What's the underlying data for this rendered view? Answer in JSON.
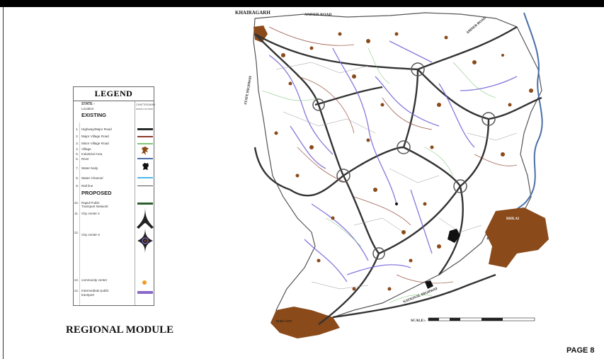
{
  "legend": {
    "title": "LEGEND",
    "state_label": "STATE -",
    "location_label": "Location",
    "state_value": "CHATTISGARH",
    "state_value_sub": "NORTH OF RIVAI",
    "existing_heading": "EXISTING",
    "proposed_heading": "PROPOSED",
    "items": [
      {
        "num": "1.",
        "label": "Highway/Major Road"
      },
      {
        "num": "2.",
        "label": "Major Village Road"
      },
      {
        "num": "3.",
        "label": "Minor Village Road"
      },
      {
        "num": "4.",
        "label": "Village"
      },
      {
        "num": "5.",
        "label": "Industrial Area"
      },
      {
        "num": "6.",
        "label": "River"
      },
      {
        "num": "7.",
        "label": "Water body"
      },
      {
        "num": "8.",
        "label": "Water Channel"
      },
      {
        "num": "9.",
        "label": "Rail line"
      },
      {
        "num": "10.",
        "label": "Rapid Public"
      },
      {
        "num": "11.",
        "label": "City center-1"
      },
      {
        "num": "12.",
        "label": "City center-2"
      },
      {
        "num": "13.",
        "label": "community center"
      },
      {
        "num": "14.",
        "label": "Intermediate public"
      }
    ],
    "item10_line2": "Transport Network",
    "item14_line2": "transport",
    "colors": {
      "highway": "#2b2b2b",
      "major_village_road": "#8b3a2a",
      "minor_village_road": "#7fc47a",
      "village": "#8a4a1a",
      "river": "#4a6fa8",
      "water_body": "#111111",
      "water_channel": "#4fb8e8",
      "rail": "#555555",
      "rapid_transport": "#2e5e2e",
      "community_center": "#f39a1e",
      "ipt": "#8a6ac8"
    }
  },
  "map_labels": {
    "khairagarh": "KHAIRAGARH",
    "amner_road_top": "AMNER ROAD",
    "amner_road_right": "AMNER ROAD",
    "state_highway": "STATE HIGHWAY",
    "national_highway": "NATIONAL HIGHWAY",
    "town_south": "DURG CITY",
    "town_east": "BHILAI",
    "scale": "SCALE:-"
  },
  "regional_title": "REGIONAL MODULE",
  "page_number": "PAGE 8"
}
